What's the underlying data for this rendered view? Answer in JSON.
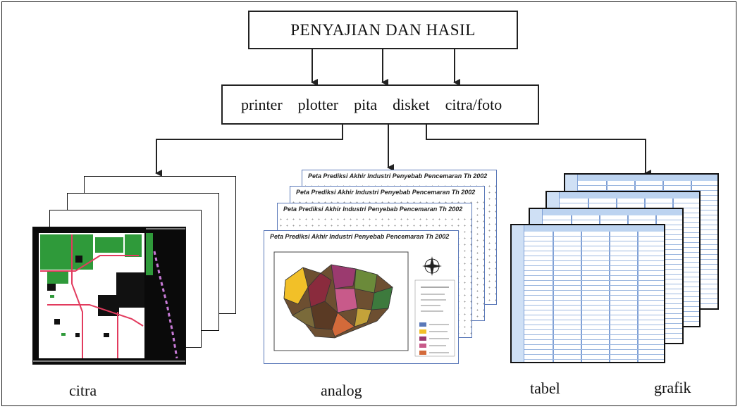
{
  "diagram": {
    "title": "PENYAJIAN DAN HASIL",
    "devices": [
      "printer",
      "plotter",
      "pita",
      "disket",
      "citra/foto"
    ],
    "outputs": [
      {
        "label": "citra"
      },
      {
        "label": "analog"
      },
      {
        "label": "tabel"
      },
      {
        "label": "grafik"
      }
    ],
    "map_title": "Peta Prediksi Akhir Industri Penyebab Pencemaran Th 2002"
  },
  "colors": {
    "line": "#222222",
    "map_border": "#5a78b8",
    "table_grid": "#7fa0d6"
  }
}
